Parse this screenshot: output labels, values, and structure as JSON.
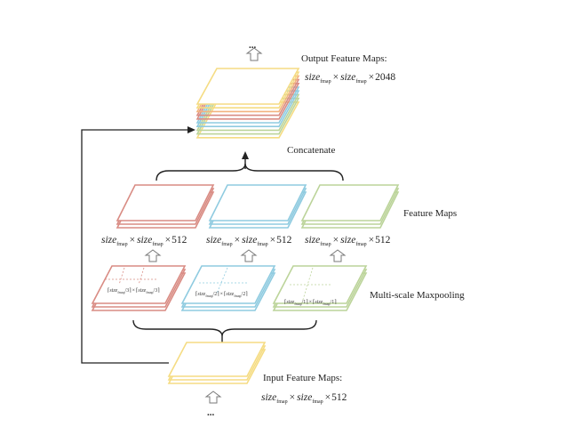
{
  "colors": {
    "yellow": "#f5dc83",
    "orange": "#f3b37f",
    "red": "#d98c84",
    "blue": "#8fcbe0",
    "green": "#bcd49a",
    "arrow": "#222222",
    "hollow_arrow": "#7a7a7a"
  },
  "labels": {
    "output_title": "Output Feature Maps:",
    "concatenate": "Concatenate",
    "feature_maps": "Feature Maps",
    "multi_scale": "Multi-scale Maxpooling",
    "input_title": "Input Feature Maps:",
    "ellipsis_top": "...",
    "ellipsis_bottom": "..."
  },
  "dims": {
    "output": {
      "base": "size",
      "sub": "fmap",
      "times": "×",
      "channels": "2048"
    },
    "branch_1": {
      "base": "size",
      "sub": "fmap",
      "times": "×",
      "channels": "512"
    },
    "branch_2": {
      "base": "size",
      "sub": "fmap",
      "times": "×",
      "channels": "512"
    },
    "branch_3": {
      "base": "size",
      "sub": "fmap",
      "times": "×",
      "channels": "512"
    },
    "input": {
      "base": "size",
      "sub": "fmap",
      "times": "×",
      "channels": "512"
    }
  },
  "pooling": {
    "branch_1": {
      "base": "size",
      "sub": "fmap",
      "divisor": "/3",
      "times": "×"
    },
    "branch_2": {
      "base": "size",
      "sub": "fmap",
      "divisor": "/2",
      "times": "×"
    },
    "branch_3": {
      "base": "size",
      "sub": "fmap",
      "divisor": "/1",
      "times": "×"
    }
  }
}
